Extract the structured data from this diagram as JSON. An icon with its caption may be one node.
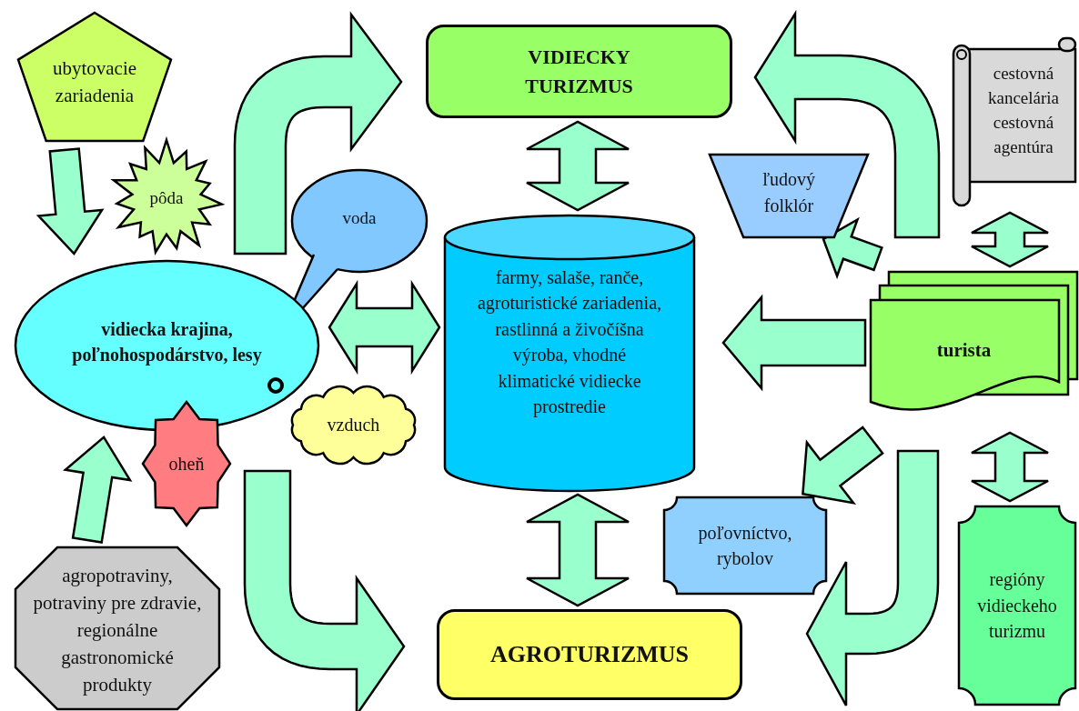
{
  "diagram": {
    "nodes": [
      {
        "text": [
          "ubytovacie zariadenia"
        ]
      },
      {
        "text": [
          "VIDIECKY TURIZMUS"
        ]
      },
      {
        "text": [
          "cestovná kancelária cestovná agentúra"
        ]
      },
      {
        "text": [
          "pôda"
        ]
      },
      {
        "text": [
          "voda"
        ]
      },
      {
        "text": [
          "ľudový folklór"
        ]
      },
      {
        "text": [
          "vidiecka krajina, poľnohospodárstvo, lesy"
        ]
      },
      {
        "text": [
          "farmy, salaše, ranče, agroturistické zariadenia, rastlinná a živočíšna výroba, vhodné klimatické vidiecke prostredie"
        ]
      },
      {
        "text": [
          "turista"
        ]
      },
      {
        "text": [
          "vzduch"
        ]
      },
      {
        "text": [
          "oheň"
        ]
      },
      {
        "text": [
          "poľovníctvo, rybolov"
        ]
      },
      {
        "text": [
          "regióny vidieckeho turizmu"
        ]
      },
      {
        "text": [
          "agropotraviny, potraviny pre zdravie, regionálne gastronomické produkty"
        ]
      },
      {
        "text": [
          "AGROTURIZMUS"
        ]
      }
    ],
    "edges": [
      {
        "from": 0,
        "to": 6,
        "arrow": "to"
      },
      {
        "from": 6,
        "to": 1,
        "arrow": "to"
      },
      {
        "from": 8,
        "to": 1,
        "arrow": "to"
      },
      {
        "from": 1,
        "to": 7,
        "arrow": "both"
      },
      {
        "from": 2,
        "to": 8,
        "arrow": "both"
      },
      {
        "from": 6,
        "to": 7,
        "arrow": "both"
      },
      {
        "from": 8,
        "to": 7,
        "arrow": "to"
      },
      {
        "from": 8,
        "to": 5,
        "arrow": "to"
      },
      {
        "from": 8,
        "to": 11,
        "arrow": "to"
      },
      {
        "from": 8,
        "to": 14,
        "arrow": "to"
      },
      {
        "from": 8,
        "to": 12,
        "arrow": "both"
      },
      {
        "from": 7,
        "to": 14,
        "arrow": "both"
      },
      {
        "from": 13,
        "to": 6,
        "arrow": "to"
      },
      {
        "from": 6,
        "to": 14,
        "arrow": "to"
      }
    ]
  }
}
